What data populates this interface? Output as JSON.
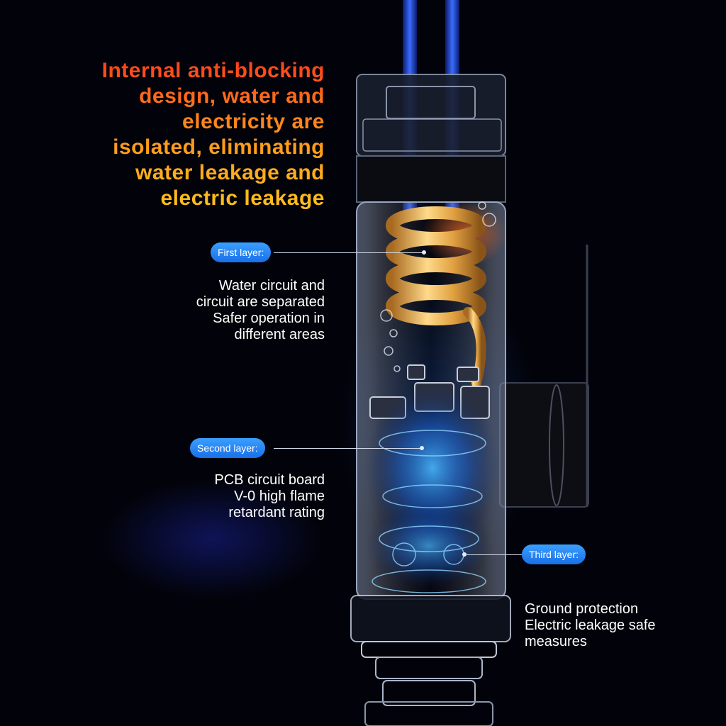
{
  "headline": {
    "lines": [
      "Internal anti-blocking",
      "design, water and",
      "electricity are",
      "isolated, eliminating",
      "water leakage and",
      "electric leakage"
    ]
  },
  "layers": [
    {
      "label": "First layer:",
      "description": [
        "Water circuit and",
        "circuit are separated",
        "Safer operation in",
        "different areas"
      ]
    },
    {
      "label": "Second layer:",
      "description": [
        "PCB circuit board",
        "V-0 high flame",
        "retardant rating"
      ]
    },
    {
      "label": "Third layer:",
      "description": [
        "Ground protection",
        "Electric leakage safe",
        "measures"
      ]
    }
  ],
  "colors": {
    "accent_blue": "#2a86f5",
    "headline_top": "#ff3b1a",
    "headline_bottom": "#ffc21a",
    "copper": "#d9a24a"
  }
}
